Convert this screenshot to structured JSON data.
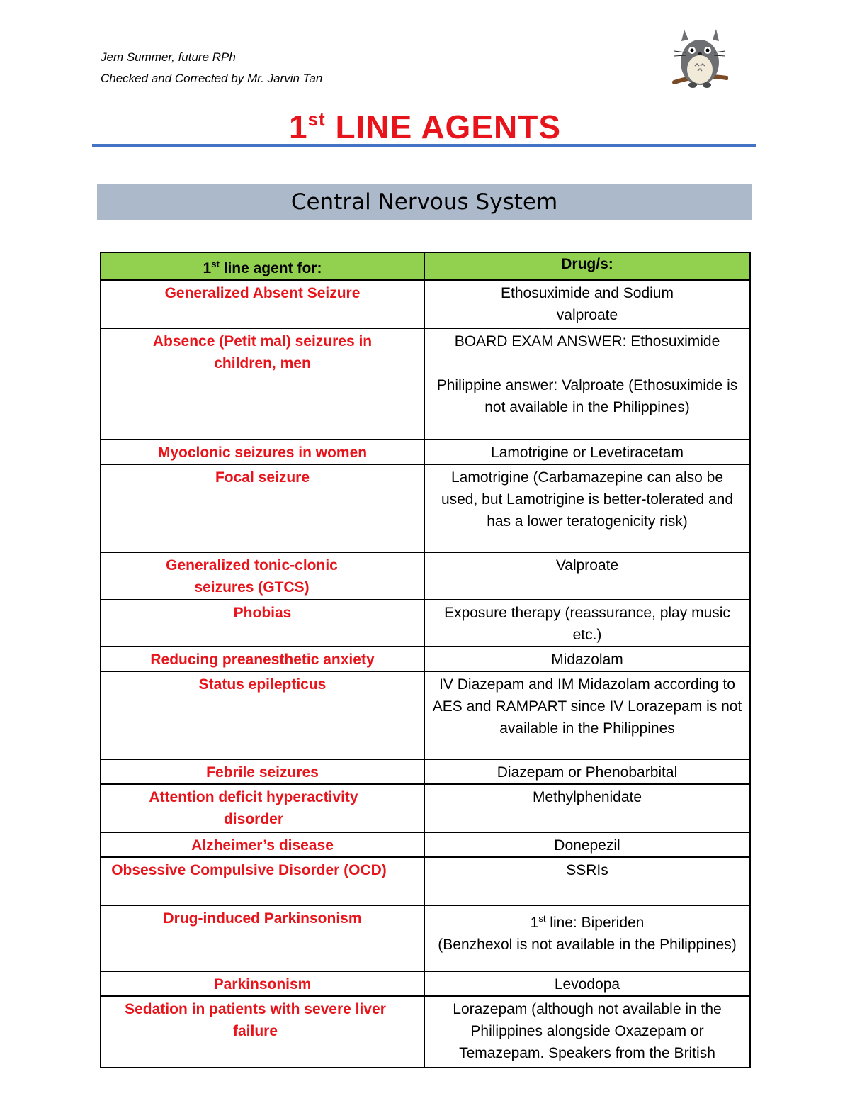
{
  "header": {
    "author": "Jem Summer, future RPh",
    "checked_by": "Checked and Corrected by Mr. Jarvin Tan"
  },
  "title": {
    "main": "1",
    "superscript": "st",
    "rest": " LINE AGENTS"
  },
  "section": {
    "title": "Central Nervous System"
  },
  "table": {
    "headers": {
      "col1_prefix": "1",
      "col1_sup": "st",
      "col1_rest": " line agent for:",
      "col2": "Drug/s:"
    },
    "rows": [
      {
        "condition": "Generalized Absent Seizure",
        "drug": "Ethosuximide and Sodium valproate"
      },
      {
        "condition": "Absence (Petit mal) seizures in children, men",
        "drug": "BOARD EXAM ANSWER: Ethosuximide",
        "drug_extra": "Philippine answer: Valproate (Ethosuximide is not available in the Philippines)"
      },
      {
        "condition": "Myoclonic seizures in women",
        "drug": "Lamotrigine or Levetiracetam"
      },
      {
        "condition": "Focal seizure",
        "drug": "Lamotrigine (Carbamazepine can also be used, but Lamotrigine is better-tolerated and has a lower teratogenicity risk)"
      },
      {
        "condition": "Generalized tonic-clonic seizures (GTCS)",
        "drug": "Valproate"
      },
      {
        "condition": "Phobias",
        "drug": "Exposure therapy (reassurance, play music etc.)"
      },
      {
        "condition": "Reducing preanesthetic anxiety",
        "drug": "Midazolam"
      },
      {
        "condition": "Status epilepticus",
        "drug": "IV Diazepam and IM Midazolam according to AES and RAMPART since IV Lorazepam is not available in the Philippines"
      },
      {
        "condition": "Febrile seizures",
        "drug": "Diazepam or Phenobarbital"
      },
      {
        "condition": "Attention deficit hyperactivity disorder",
        "drug": "Methylphenidate"
      },
      {
        "condition": "Alzheimer’s disease",
        "drug": "Donepezil"
      },
      {
        "condition": "Obsessive Compulsive Disorder (OCD)",
        "drug": "SSRIs"
      },
      {
        "condition": "Drug-induced Parkinsonism",
        "drug_prefix": "1",
        "drug_sup": "st",
        "drug_rest": " line: Biperiden",
        "drug_extra": "(Benzhexol is not available in the Philippines)"
      },
      {
        "condition": "Parkinsonism",
        "drug": "Levodopa"
      },
      {
        "condition": "Sedation in patients with severe liver failure",
        "drug": "Lorazepam (although not available in the Philippines alongside Oxazepam or Temazepam. Speakers from the British"
      }
    ]
  }
}
